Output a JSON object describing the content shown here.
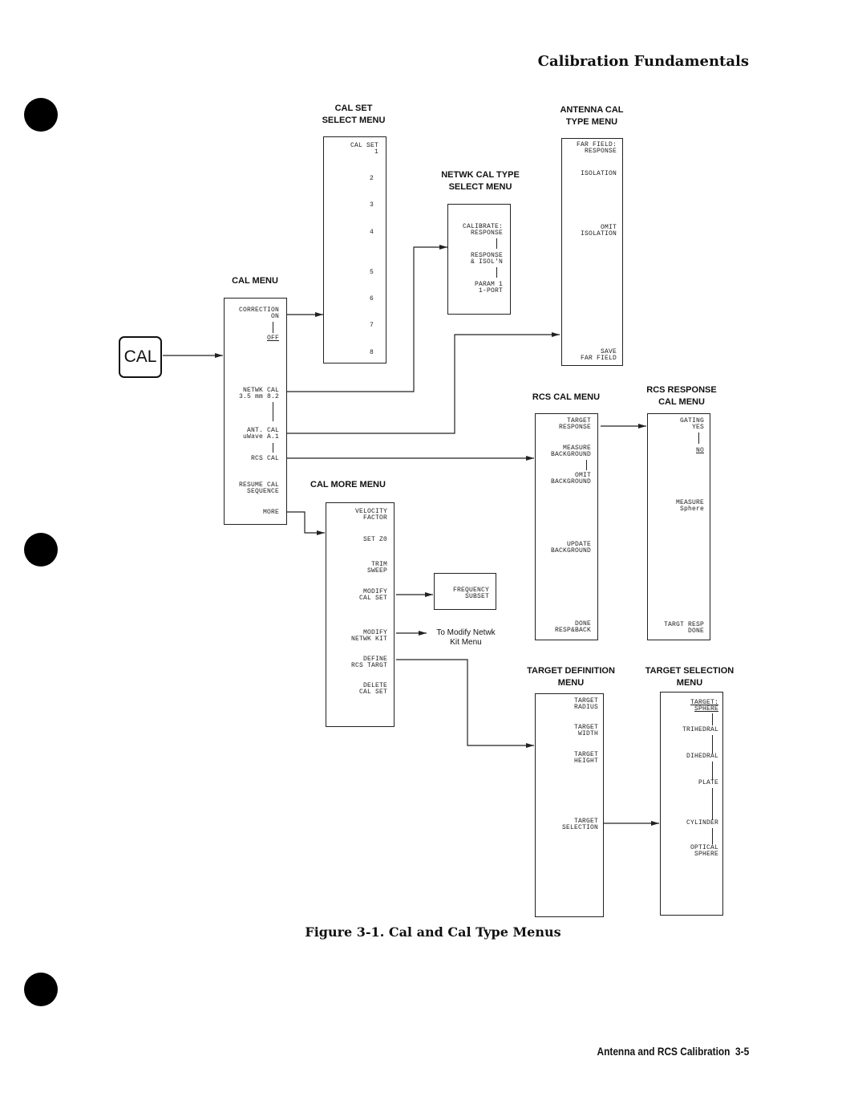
{
  "header": {
    "title": "Calibration Fundamentals"
  },
  "caption": "Figure 3-1. Cal and Cal Type Menus",
  "footer": {
    "text": "Antenna and RCS Calibration",
    "page": "3-5"
  },
  "hardkey": {
    "label": "CAL"
  },
  "menus": {
    "cal_menu": {
      "title": "CAL MENU",
      "items": [
        "CORRECTION\nON",
        "OFF",
        "NETWK CAL\n3.5 mm 8.2",
        "ANT. CAL\nuWave A.1",
        "RCS CAL",
        "RESUME CAL\nSEQUENCE",
        "MORE"
      ]
    },
    "cal_set_select": {
      "title": "CAL SET\nSELECT MENU",
      "items": [
        "CAL SET\n1",
        "2",
        "3",
        "4",
        "5",
        "6",
        "7",
        "8"
      ]
    },
    "netwk_cal_type": {
      "title": "NETWK CAL TYPE\nSELECT MENU",
      "items": [
        "CALIBRATE:\nRESPONSE",
        "RESPONSE\n& ISOL'N",
        "PARAM 1\n1-PORT"
      ]
    },
    "antenna_cal_type": {
      "title": "ANTENNA CAL\nTYPE MENU",
      "items": [
        "FAR FIELD:\nRESPONSE",
        "ISOLATION",
        "OMIT\nISOLATION",
        "SAVE\nFAR FIELD"
      ]
    },
    "rcs_cal": {
      "title": "RCS CAL MENU",
      "items": [
        "TARGET\nRESPONSE",
        "MEASURE\nBACKGROUND",
        "OMIT\nBACKGROUND",
        "UPDATE\nBACKGROUND",
        "DONE\nRESP&BACK"
      ]
    },
    "rcs_response_cal": {
      "title": "RCS RESPONSE\nCAL MENU",
      "items": [
        "GATING\nYES",
        "NO",
        "MEASURE\nSphere",
        "TARGT RESP\nDONE"
      ]
    },
    "cal_more": {
      "title": "CAL MORE MENU",
      "items": [
        "VELOCITY\nFACTOR",
        "SET Z0",
        "TRIM\nSWEEP",
        "MODIFY\nCAL SET",
        "MODIFY\nNETWK KIT",
        "DEFINE\nRCS TARGT",
        "DELETE\nCAL SET"
      ]
    },
    "frequency_subset": {
      "items": [
        "FREQUENCY\nSUBSET"
      ]
    },
    "target_definition": {
      "title": "TARGET DEFINITION\nMENU",
      "items": [
        "TARGET\nRADIUS",
        "TARGET\nWIDTH",
        "TARGET\nHEIGHT",
        "TARGET\nSELECTION"
      ]
    },
    "target_selection": {
      "title": "TARGET SELECTION\nMENU",
      "items": [
        "TARGET:\nSPHERE",
        "TRIHEDRAL",
        "DIHEDRAL",
        "PLATE",
        "CYLINDER",
        "OPTICAL\nSPHERE"
      ]
    }
  },
  "notes": {
    "modify_netwk_kit": "To Modify Netwk\nKit Menu"
  }
}
